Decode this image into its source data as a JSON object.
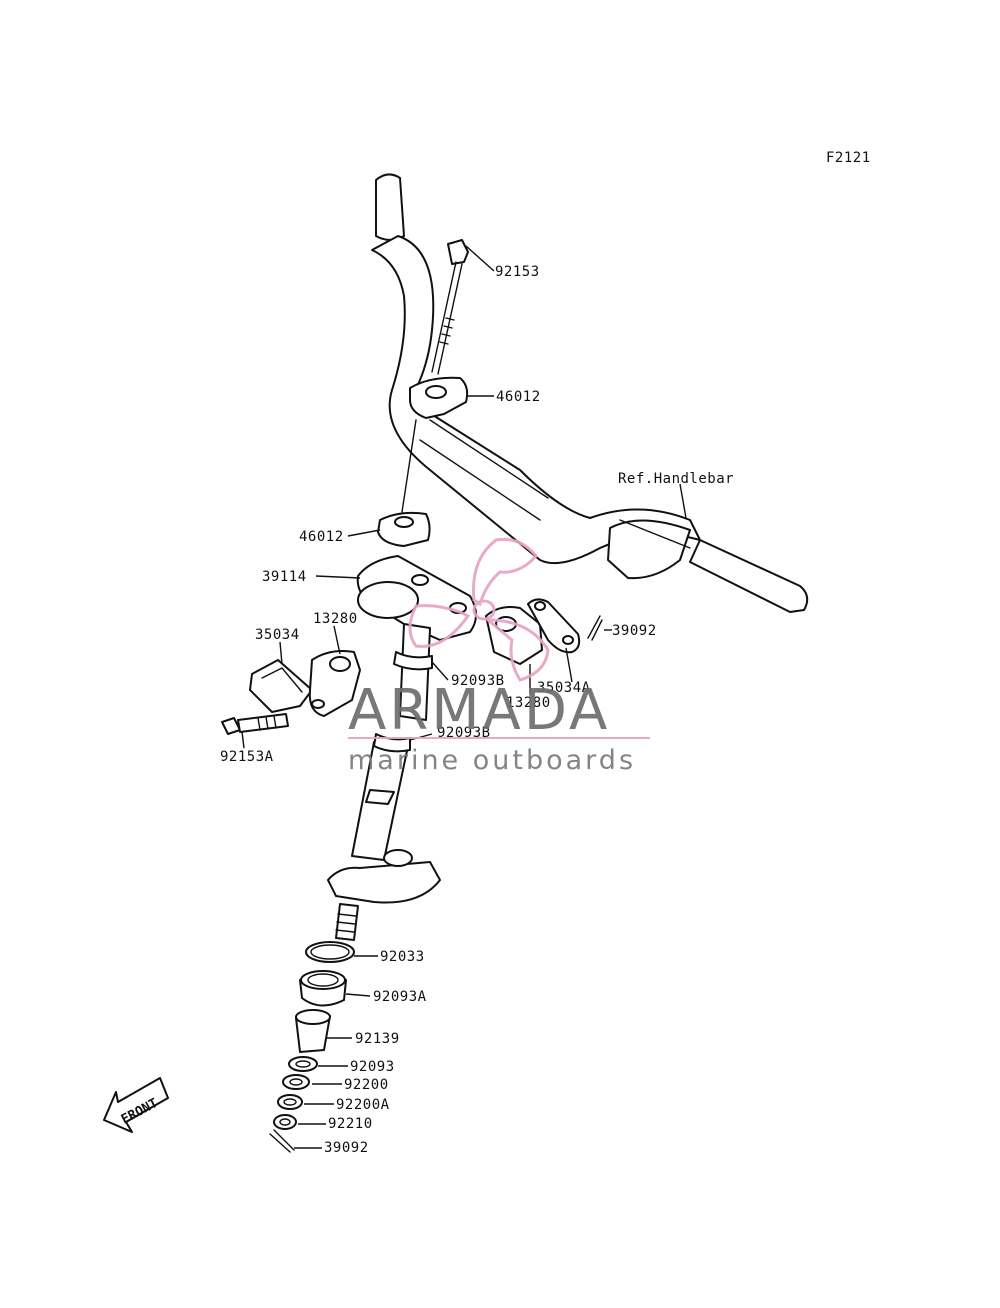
{
  "diagram": {
    "code": "F2121",
    "ref_label": "Ref.Handlebar",
    "front_label": "FRONT",
    "parts": [
      {
        "id": "p-92153",
        "label": "92153"
      },
      {
        "id": "p-46012a",
        "label": "46012"
      },
      {
        "id": "p-46012b",
        "label": "46012"
      },
      {
        "id": "p-39114",
        "label": "39114"
      },
      {
        "id": "p-13280a",
        "label": "13280"
      },
      {
        "id": "p-35034",
        "label": "35034"
      },
      {
        "id": "p-92093b1",
        "label": "92093B"
      },
      {
        "id": "p-35034a",
        "label": "35034A"
      },
      {
        "id": "p-13280b",
        "label": "13280"
      },
      {
        "id": "p-39092a",
        "label": "39092"
      },
      {
        "id": "p-92093b2",
        "label": "92093B"
      },
      {
        "id": "p-92153a",
        "label": "92153A"
      },
      {
        "id": "p-92033",
        "label": "92033"
      },
      {
        "id": "p-92093a",
        "label": "92093A"
      },
      {
        "id": "p-92139",
        "label": "92139"
      },
      {
        "id": "p-92093",
        "label": "92093"
      },
      {
        "id": "p-92200",
        "label": "92200"
      },
      {
        "id": "p-92200a",
        "label": "92200A"
      },
      {
        "id": "p-92210",
        "label": "92210"
      },
      {
        "id": "p-39092b",
        "label": "39092"
      }
    ]
  },
  "watermark": {
    "brand": "ARMADA",
    "tagline": "marine outboards",
    "accent_color": "#e8a3c6"
  }
}
